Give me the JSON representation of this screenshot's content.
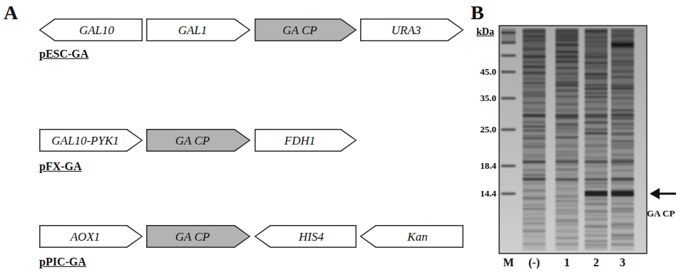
{
  "diagram": {
    "nodes": [
      {
        "text": [
          "GAL10"
        ]
      },
      {
        "text": [
          "GAL1"
        ]
      },
      {
        "text": [
          "GA CP"
        ]
      },
      {
        "text": [
          "URA3"
        ]
      },
      {
        "text": [
          "GAL10-PYK1"
        ]
      },
      {
        "text": [
          "GA CP"
        ]
      },
      {
        "text": [
          "FDH1"
        ]
      },
      {
        "text": [
          "AOX1"
        ]
      },
      {
        "text": [
          "GA CP"
        ]
      },
      {
        "text": [
          "HIS4"
        ]
      },
      {
        "text": [
          "Kan"
        ]
      }
    ],
    "labels": [
      "A",
      "pESC-GA",
      "pFX-GA",
      "pPIC-GA",
      "B",
      "kDa",
      "45.0",
      "35.0",
      "25.0",
      "18.4",
      "14.4",
      "GA CP",
      "M",
      "(-)",
      "1",
      "2",
      "3"
    ]
  }
}
